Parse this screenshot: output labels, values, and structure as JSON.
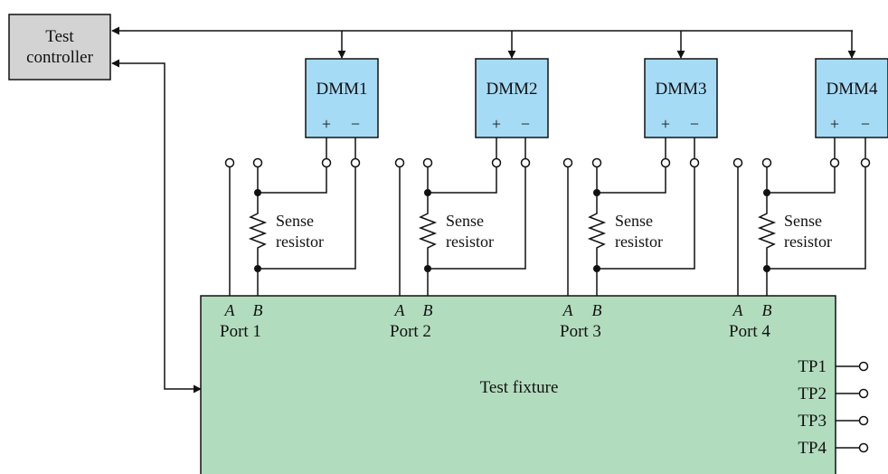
{
  "controller": {
    "label_line1": "Test",
    "label_line2": "controller",
    "fill": "#d3d3d3"
  },
  "meters": [
    {
      "name": "DMM1",
      "plus": "+",
      "minus": "−"
    },
    {
      "name": "DMM2",
      "plus": "+",
      "minus": "−"
    },
    {
      "name": "DMM3",
      "plus": "+",
      "minus": "−"
    },
    {
      "name": "DMM4",
      "plus": "+",
      "minus": "−"
    }
  ],
  "meter_fill": "#a6dbf5",
  "sense": {
    "line1": "Sense",
    "line2": "resistor"
  },
  "ports": [
    {
      "a": "A",
      "b": "B",
      "label": "Port 1"
    },
    {
      "a": "A",
      "b": "B",
      "label": "Port 2"
    },
    {
      "a": "A",
      "b": "B",
      "label": "Port 3"
    },
    {
      "a": "A",
      "b": "B",
      "label": "Port 4"
    }
  ],
  "fixture": {
    "label": "Test fixture",
    "fill": "#b2dcbe"
  },
  "test_points": [
    "TP1",
    "TP2",
    "TP3",
    "TP4"
  ]
}
